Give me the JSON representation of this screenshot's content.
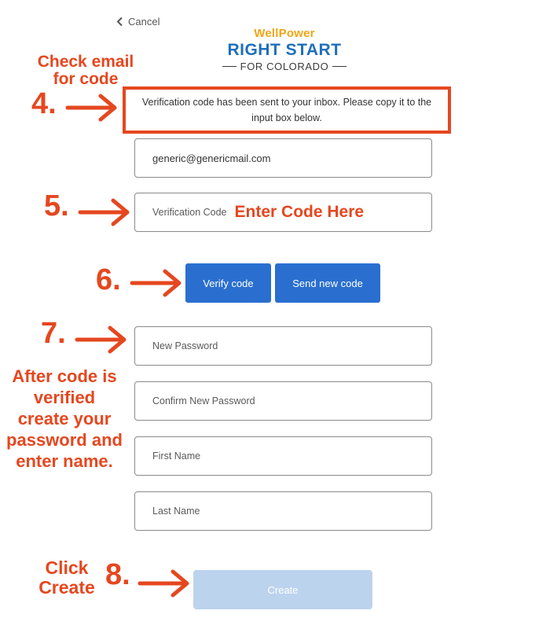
{
  "header": {
    "cancel_label": "Cancel",
    "brand_top": "WellPower",
    "brand_main": "RIGHT START",
    "brand_sub": "FOR COLORADO"
  },
  "notice": {
    "text": "Verification code has been sent to your inbox. Please copy it to the input box below."
  },
  "form": {
    "email_value": "generic@genericmail.com",
    "verification_placeholder": "Verification Code",
    "verify_button": "Verify code",
    "send_new_button": "Send new code",
    "new_password_placeholder": "New Password",
    "confirm_password_placeholder": "Confirm New Password",
    "first_name_placeholder": "First Name",
    "last_name_placeholder": "Last Name",
    "create_button": "Create"
  },
  "annotations": {
    "step4": "4.",
    "step4_note": "Check email for code",
    "step5": "5.",
    "step5_inline": "Enter Code Here",
    "step6": "6.",
    "step7": "7.",
    "step7_note": "After code is verified create your password and enter name.",
    "step8": "8.",
    "step8_note": "Click Create"
  },
  "colors": {
    "annotation": "#e5471f",
    "button_blue": "#2a6fcf",
    "create_disabled": "#bcd3ee",
    "brand_blue": "#1f6fb9",
    "brand_orange": "#f2a516"
  },
  "icons": {
    "cancel": "chevron-left-icon",
    "annotation_arrow": "right-arrow-icon"
  }
}
